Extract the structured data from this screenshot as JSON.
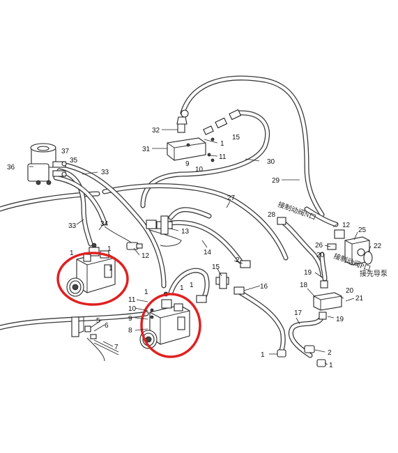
{
  "diagram": {
    "background": "#ffffff",
    "highlight_color": "#e02020",
    "chinese_labels": {
      "n_port": "接制动阀N口",
      "p_port": "接制动阀P口",
      "pilot_pump": "接先导泵"
    },
    "callouts": {
      "c1a": "1",
      "c1b": "1",
      "c1c": "1",
      "c1d": "1",
      "c1e": "1",
      "c1f": "1",
      "c1g": "1",
      "c1h": "1",
      "c1i": "1",
      "c2a": "2",
      "c2b": "2",
      "c5": "5",
      "c6": "6",
      "c7": "7",
      "c8": "8",
      "c9a": "9",
      "c9b": "9",
      "c10a": "10",
      "c10b": "10",
      "c11a": "11",
      "c11b": "11",
      "c12a": "12",
      "c12b": "12",
      "c13": "13",
      "c14": "14",
      "c15a": "15",
      "c15b": "15",
      "c16": "16",
      "c17": "17",
      "c18": "18",
      "c19a": "19",
      "c19b": "19",
      "c20a": "20",
      "c20b": "20",
      "c21": "21",
      "c22": "22",
      "c25": "25",
      "c26": "26",
      "c27": "27",
      "c28": "28",
      "c29": "29",
      "c30": "30",
      "c31": "31",
      "c32": "32",
      "c33a": "33",
      "c33b": "33",
      "c34": "34",
      "c35": "35",
      "c36": "36",
      "c37": "37"
    }
  }
}
